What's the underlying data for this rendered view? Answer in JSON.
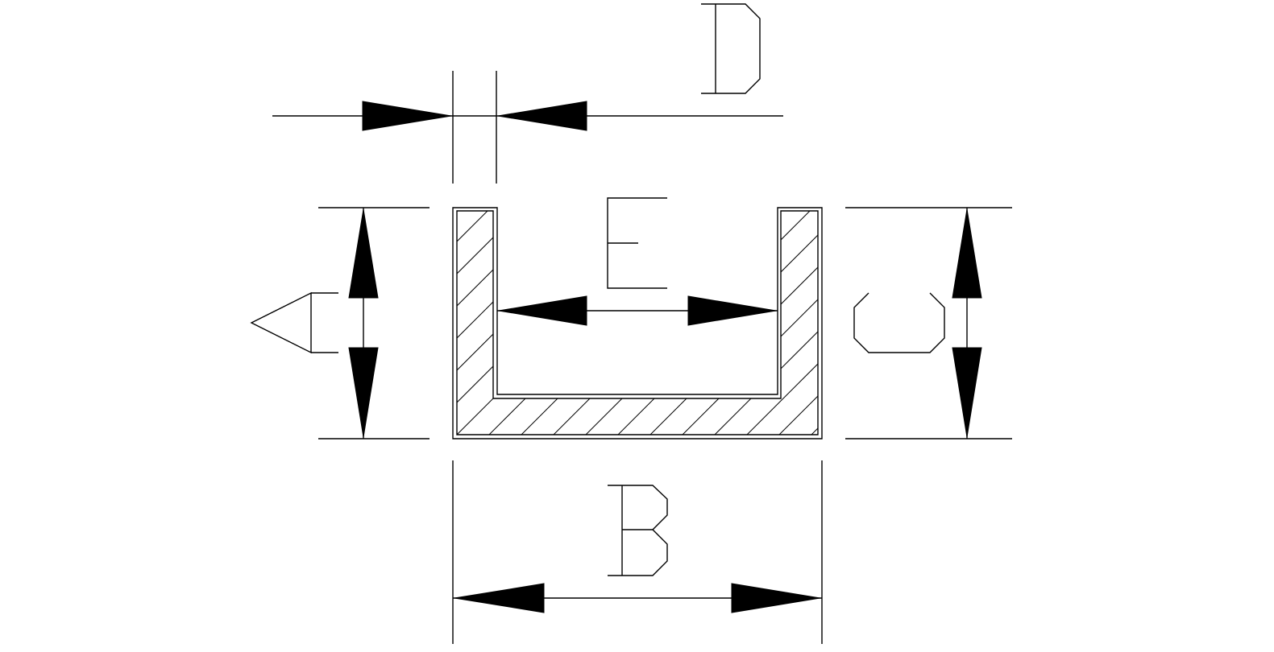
{
  "dimensions": {
    "A": {
      "label": "A"
    },
    "B": {
      "label": "B"
    },
    "C": {
      "label": "C"
    },
    "D": {
      "label": "D"
    },
    "E": {
      "label": "E"
    }
  },
  "colors": {
    "line": "#000000",
    "background": "#ffffff"
  }
}
